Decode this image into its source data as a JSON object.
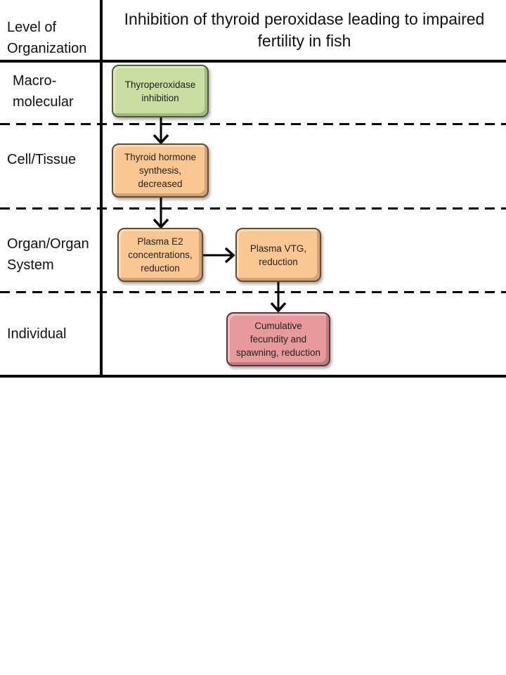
{
  "header": {
    "level_label": "Level of Organization",
    "title": "Inhibition of thyroid peroxidase leading to impaired fertility in fish"
  },
  "levels": [
    {
      "label_line1": "Macro-",
      "label_line2": "molecular"
    },
    {
      "label_line1": "Cell/Tissue",
      "label_line2": ""
    },
    {
      "label_line1": "Organ/Organ",
      "label_line2": "System"
    },
    {
      "label_line1": "Individual",
      "label_line2": ""
    }
  ],
  "nodes": [
    {
      "id": "mie",
      "line1": "Thyroperoxidase",
      "line2": "inhibition",
      "line3": "",
      "color": "#c9dea0"
    },
    {
      "id": "ke1",
      "line1": "Thyroid hormone",
      "line2": "synthesis,",
      "line3": "decreased",
      "color": "#fac792"
    },
    {
      "id": "ke2",
      "line1": "Plasma E2",
      "line2": "concentrations,",
      "line3": "reduction",
      "color": "#fac792"
    },
    {
      "id": "ke3",
      "line1": "Plasma VTG,",
      "line2": "reduction",
      "line3": "",
      "color": "#fac792"
    },
    {
      "id": "ao",
      "line1": "Cumulative",
      "line2": "fecundity and",
      "line3": "spawning, reduction",
      "color": "#e8999c"
    }
  ],
  "edges": [
    {
      "from": "mie",
      "to": "ke1"
    },
    {
      "from": "ke1",
      "to": "ke2"
    },
    {
      "from": "ke2",
      "to": "ke3"
    },
    {
      "from": "ke3",
      "to": "ao"
    }
  ]
}
